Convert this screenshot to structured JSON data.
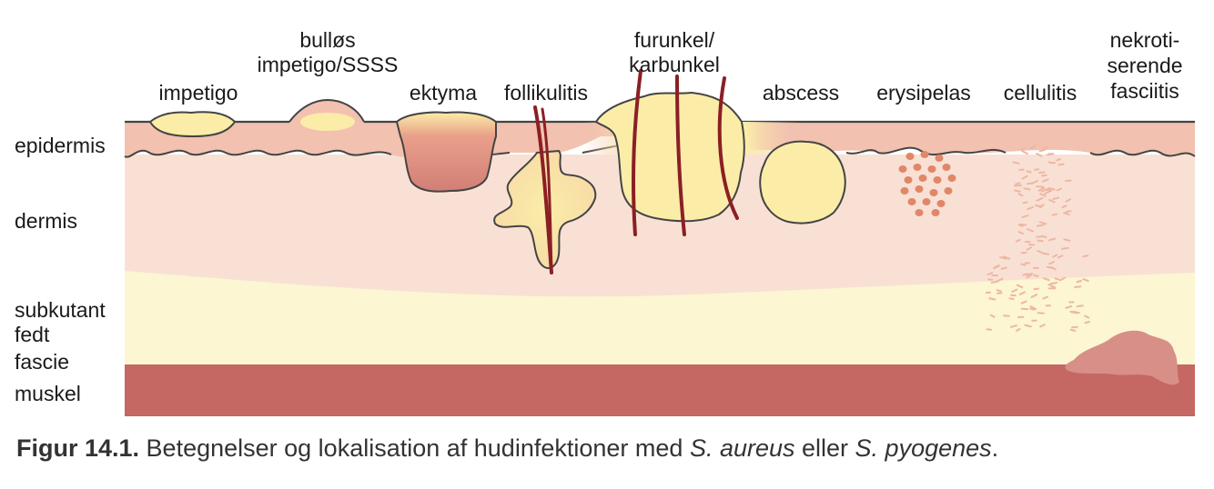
{
  "colors": {
    "epidermis": "#f2c1b0",
    "dermis": "#f8e1d4",
    "fat": "#fcf6d2",
    "muscle": "#c56763",
    "pus": "#fbeda8",
    "outline": "#444444",
    "hair": "#8b1f25"
  },
  "layers": {
    "epidermis": "epidermis",
    "dermis": "dermis",
    "fat_line1": "subkutant",
    "fat_line2": "fedt",
    "fascia": "fascie",
    "muscle": "muskel"
  },
  "lesions": {
    "impetigo": "impetigo",
    "bullous_1": "bulløs",
    "bullous_2": "impetigo/SSSS",
    "ecthyma": "ektyma",
    "folliculitis": "follikulitis",
    "furuncle_1": "furunkel/",
    "furuncle_2": "karbunkel",
    "abscess": "abscess",
    "erysipelas": "erysipelas",
    "cellulitis": "cellulitis",
    "nf_1": "nekroti-",
    "nf_2": "serende",
    "nf_3": "fasciitis"
  },
  "caption": {
    "prefix": "Figur 14.1.",
    "text1": " Betegnelser og lokalisation af hudinfektioner med ",
    "species1": "S. aureus",
    "text2": " eller ",
    "species2": "S. pyogenes",
    "text3": "."
  }
}
